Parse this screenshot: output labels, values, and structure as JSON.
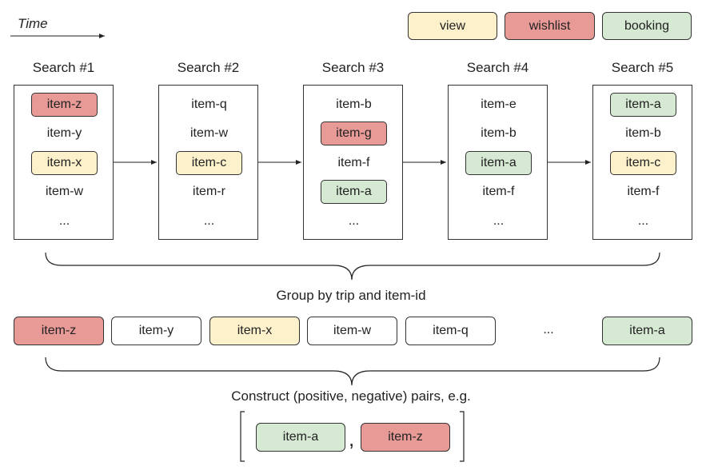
{
  "time_label": "Time",
  "legend": [
    {
      "label": "view",
      "kind": "view"
    },
    {
      "label": "wishlist",
      "kind": "wishlist"
    },
    {
      "label": "booking",
      "kind": "booking"
    }
  ],
  "colors": {
    "view": "#fdf1cc",
    "wishlist": "#e89a97",
    "booking": "#d6e9d3",
    "border": "#333333"
  },
  "searches": [
    {
      "title": "Search #1",
      "items": [
        {
          "label": "item-z",
          "kind": "wishlist"
        },
        {
          "label": "item-y",
          "kind": "none"
        },
        {
          "label": "item-x",
          "kind": "view"
        },
        {
          "label": "item-w",
          "kind": "none"
        },
        {
          "label": "...",
          "kind": "none"
        }
      ]
    },
    {
      "title": "Search #2",
      "items": [
        {
          "label": "item-q",
          "kind": "none"
        },
        {
          "label": "item-w",
          "kind": "none"
        },
        {
          "label": "item-c",
          "kind": "view"
        },
        {
          "label": "item-r",
          "kind": "none"
        },
        {
          "label": "...",
          "kind": "none"
        }
      ]
    },
    {
      "title": "Search #3",
      "items": [
        {
          "label": "item-b",
          "kind": "none"
        },
        {
          "label": "item-g",
          "kind": "wishlist"
        },
        {
          "label": "item-f",
          "kind": "none"
        },
        {
          "label": "item-a",
          "kind": "booking"
        },
        {
          "label": "...",
          "kind": "none"
        }
      ]
    },
    {
      "title": "Search #4",
      "items": [
        {
          "label": "item-e",
          "kind": "none"
        },
        {
          "label": "item-b",
          "kind": "none"
        },
        {
          "label": "item-a",
          "kind": "booking"
        },
        {
          "label": "item-f",
          "kind": "none"
        },
        {
          "label": "...",
          "kind": "none"
        }
      ]
    },
    {
      "title": "Search #5",
      "items": [
        {
          "label": "item-a",
          "kind": "booking"
        },
        {
          "label": "item-b",
          "kind": "none"
        },
        {
          "label": "item-c",
          "kind": "view"
        },
        {
          "label": "item-f",
          "kind": "none"
        },
        {
          "label": "...",
          "kind": "none"
        }
      ]
    }
  ],
  "group_caption": "Group by trip and item-id",
  "grouped_items": [
    {
      "label": "item-z",
      "kind": "wishlist"
    },
    {
      "label": "item-y",
      "kind": "plain"
    },
    {
      "label": "item-x",
      "kind": "view"
    },
    {
      "label": "item-w",
      "kind": "plain"
    },
    {
      "label": "item-q",
      "kind": "plain"
    },
    {
      "label": "item-a",
      "kind": "booking"
    }
  ],
  "grouped_ellipsis": "...",
  "pair_caption": "Construct (positive, negative) pairs, e.g.",
  "pair": {
    "positive": {
      "label": "item-a",
      "kind": "booking"
    },
    "negative": {
      "label": "item-z",
      "kind": "wishlist"
    },
    "separator": ","
  }
}
